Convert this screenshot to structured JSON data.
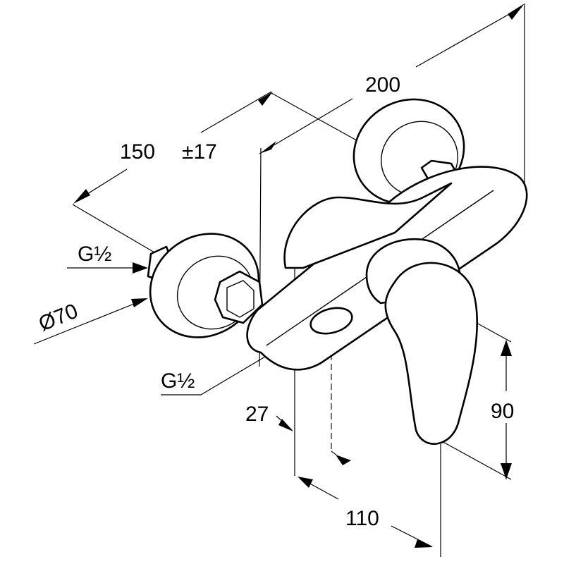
{
  "dimensions": {
    "overall_width": "200",
    "connection_distance": "150",
    "tolerance": "±17",
    "inlet_thread": "G½",
    "rosette_diameter": "Ø70",
    "outlet_thread": "G½",
    "projection": "27",
    "depth": "110",
    "height": "90"
  }
}
